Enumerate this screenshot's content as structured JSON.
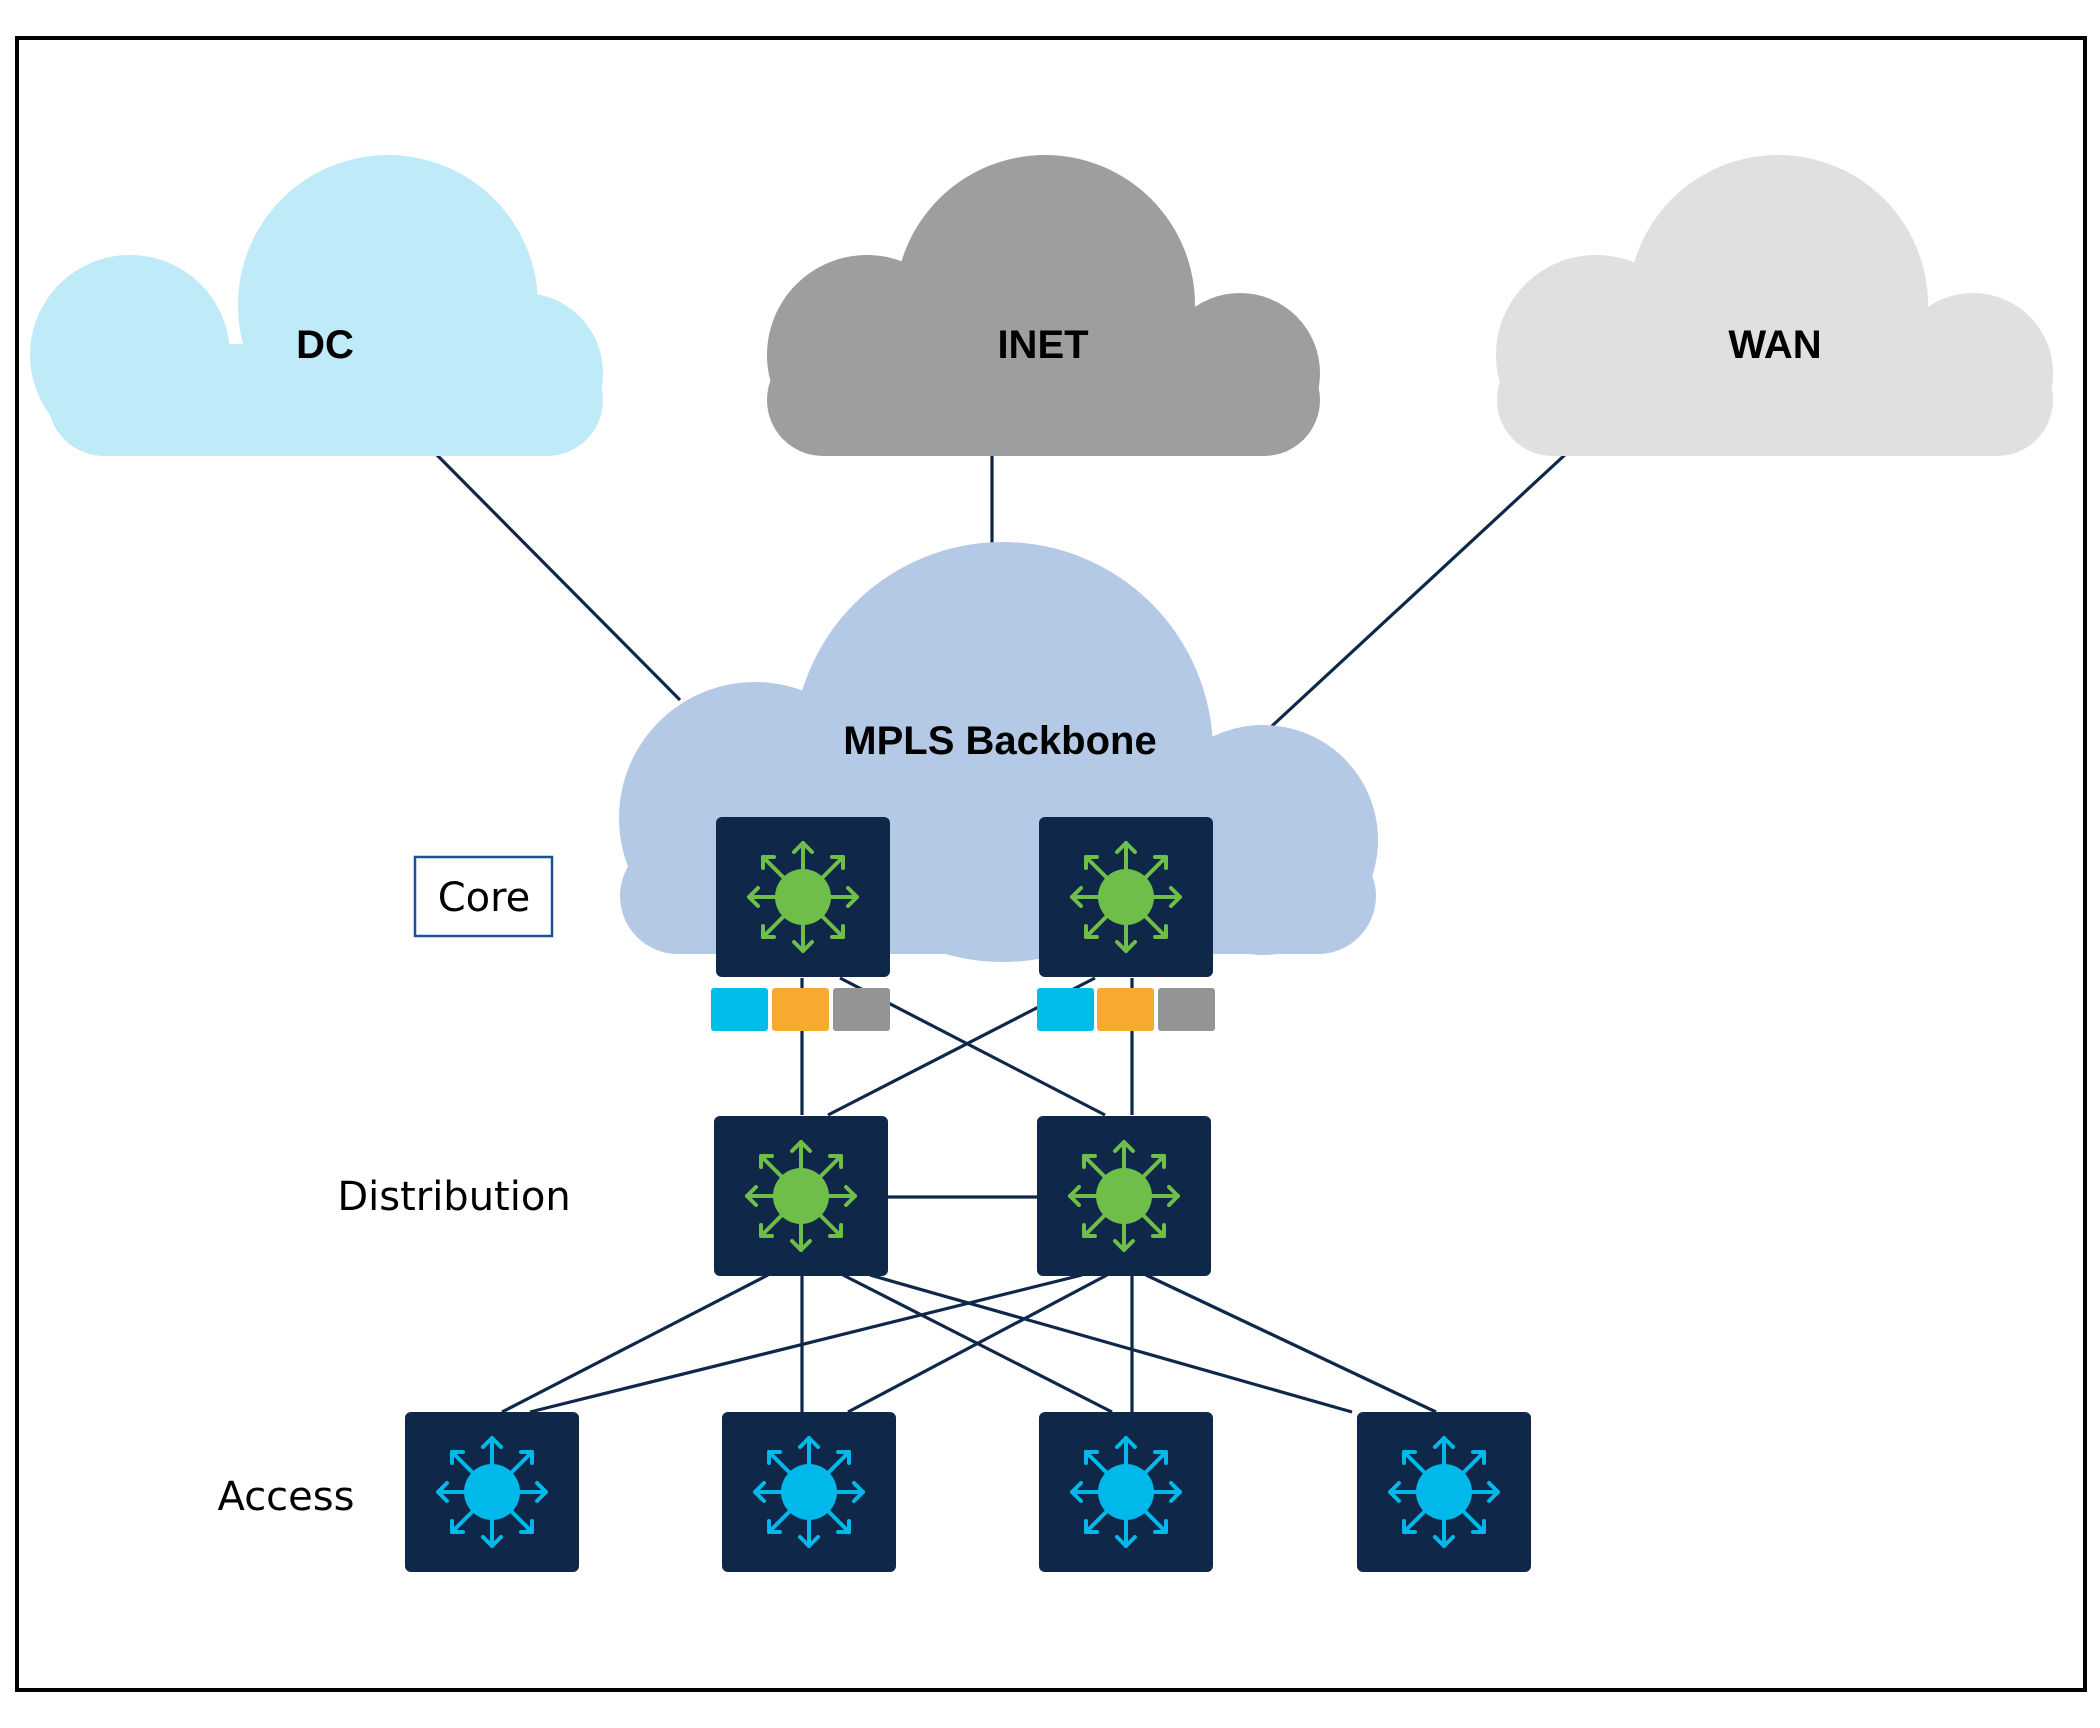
{
  "clouds": {
    "dc": {
      "label": "DC",
      "color": "#bfeaf7"
    },
    "inet": {
      "label": "INET",
      "color": "#9d9e9e"
    },
    "wan": {
      "label": "WAN",
      "color": "#e0e0e0"
    },
    "mpls": {
      "label": "MPLS Backbone",
      "color": "#b4c9e6"
    }
  },
  "tiers": {
    "core": "Core",
    "distribution": "Distribution",
    "access": "Access"
  },
  "colors": {
    "switch_bg": "#0f2749",
    "link": "#0f2749",
    "core_switch_icon": "#6fbe4a",
    "access_switch_icon": "#00b9ea",
    "tag_cyan": "#00bceb",
    "tag_orange": "#f6aa2f",
    "tag_gray": "#949494",
    "core_box_border": "#1f4e9b"
  },
  "icons": {
    "switch": "multilayer-switch-icon"
  }
}
